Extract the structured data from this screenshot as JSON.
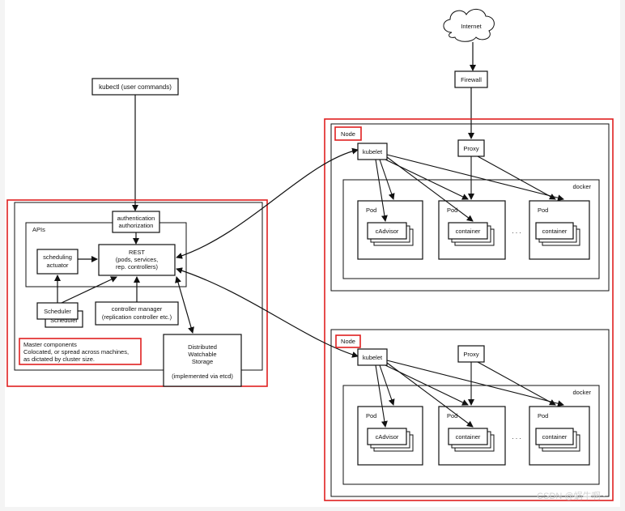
{
  "internet_label": "Internet",
  "firewall_label": "Firewall",
  "kubectl_label": "kubectl (user commands)",
  "auth": {
    "line1": "authentication",
    "line2": "authorization"
  },
  "apis_label": "APIs",
  "rest": {
    "line1": "REST",
    "line2": "(pods, services,",
    "line3": "rep. controllers)"
  },
  "scheduling": {
    "line1": "scheduling",
    "line2": "actuator"
  },
  "scheduler_label": "Scheduler",
  "controller": {
    "line1": "controller manager",
    "line2": "(replication controller etc.)"
  },
  "storage": {
    "line1": "Distributed",
    "line2": "Watchable",
    "line3": "Storage",
    "line4": "(implemented via etcd)"
  },
  "master_note": {
    "line1": "Master components",
    "line2": "Colocated, or spread across machines,",
    "line3": "as dictated by cluster size."
  },
  "nodes": [
    {
      "node_label": "Node",
      "kubelet_label": "kubelet",
      "proxy_label": "Proxy",
      "docker_label": "docker",
      "pods": [
        {
          "pod_label": "Pod",
          "container_label": "cAdvisor"
        },
        {
          "pod_label": "Pod",
          "container_label": "container"
        },
        {
          "pod_label": "Pod",
          "container_label": "container"
        }
      ],
      "ellipsis": ". . ."
    },
    {
      "node_label": "Node",
      "kubelet_label": "kubelet",
      "proxy_label": "Proxy",
      "docker_label": "docker",
      "pods": [
        {
          "pod_label": "Pod",
          "container_label": "cAdvisor"
        },
        {
          "pod_label": "Pod",
          "container_label": "container"
        },
        {
          "pod_label": "Pod",
          "container_label": "container"
        }
      ],
      "ellipsis": ". . ."
    }
  ],
  "watermark": "CSDN @蜗牛啊~",
  "colors": {
    "highlight": "#e02020",
    "line": "#111111",
    "page": "#ffffff"
  }
}
